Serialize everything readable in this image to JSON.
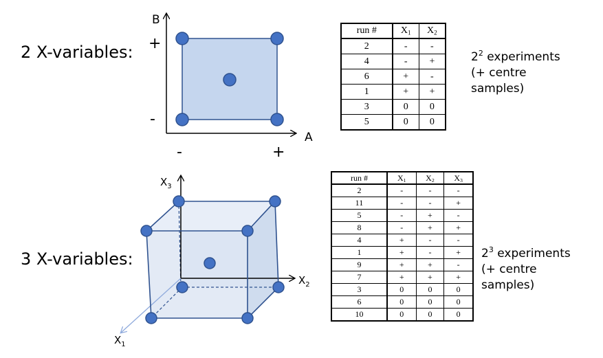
{
  "top": {
    "row_label": "2 X-variables:",
    "axis_y": "B",
    "axis_x": "A",
    "y_plus": "+",
    "y_minus": "-",
    "x_minus": "-",
    "x_plus": "+",
    "table": {
      "headers": [
        "run #",
        "X",
        "X"
      ],
      "header_subs": [
        "",
        "1",
        "2"
      ],
      "rows": [
        [
          "2",
          "-",
          "-"
        ],
        [
          "4",
          "-",
          "+"
        ],
        [
          "6",
          "+",
          "-"
        ],
        [
          "1",
          "+",
          "+"
        ],
        [
          "3",
          "0",
          "0"
        ],
        [
          "5",
          "0",
          "0"
        ]
      ]
    },
    "note": {
      "base": "2",
      "exp": "2",
      "line1": " experiments",
      "line2": "(+ centre",
      "line3": "samples)"
    }
  },
  "bottom": {
    "row_label": "3 X-variables:",
    "axis_x3": "X",
    "axis_x3_sub": "3",
    "axis_x2": "X",
    "axis_x2_sub": "2",
    "axis_x1": "X",
    "axis_x1_sub": "1",
    "table": {
      "headers": [
        "run #",
        "X",
        "X",
        "X"
      ],
      "header_subs": [
        "",
        "1",
        "2",
        "3"
      ],
      "rows": [
        [
          "2",
          "-",
          "-",
          "-"
        ],
        [
          "11",
          "-",
          "-",
          "+"
        ],
        [
          "5",
          "-",
          "+",
          "-"
        ],
        [
          "8",
          "-",
          "+",
          "+"
        ],
        [
          "4",
          "+",
          "-",
          "-"
        ],
        [
          "1",
          "+",
          "-",
          "+"
        ],
        [
          "9",
          "+",
          "+",
          "-"
        ],
        [
          "7",
          "+",
          "+",
          "+"
        ],
        [
          "3",
          "0",
          "0",
          "0"
        ],
        [
          "6",
          "0",
          "0",
          "0"
        ],
        [
          "10",
          "0",
          "0",
          "0"
        ]
      ]
    },
    "note": {
      "base": "2",
      "exp": "3",
      "line1": " experiments",
      "line2": "(+ centre",
      "line3": "samples)"
    }
  },
  "colors": {
    "point_fill": "#4472c4",
    "point_stroke": "#2f528f",
    "square_fill": "#c5d6ee",
    "square_stroke": "#2f528f",
    "cube_fill": "#d9e3f2",
    "cube_stroke": "#2f528f",
    "x1_axis": "#8faadc"
  }
}
